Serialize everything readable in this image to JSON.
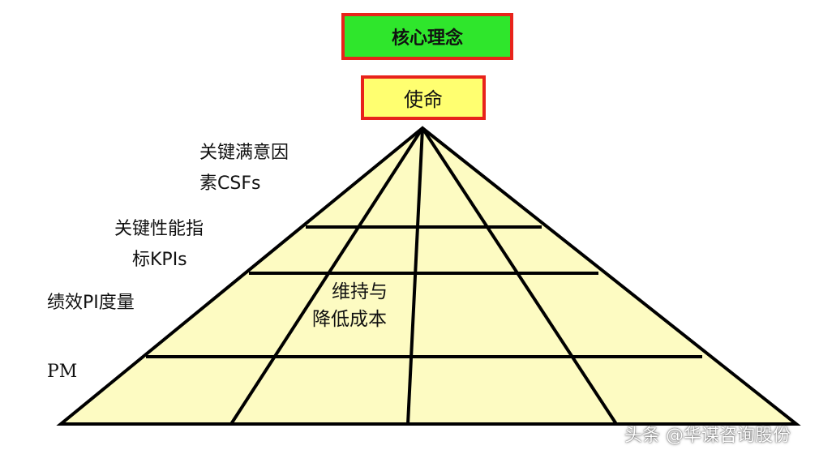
{
  "core_concept": "核心理念",
  "mission": "使命",
  "levels": {
    "csf": [
      "关键满意因",
      "素CSFs"
    ],
    "kpi": [
      "关键性能指",
      "标KPIs"
    ],
    "pi": "绩效PI度量",
    "pm": "PM"
  },
  "center_label": [
    "维持与",
    "降低成本"
  ],
  "watermark": "头条 @华谋咨询股份",
  "colors": {
    "core_fill": "#2fe62c",
    "mission_fill": "#ffff70",
    "box_border": "#e8231b",
    "pyramid_fill": "#fdfbc2",
    "line": "#000000"
  }
}
